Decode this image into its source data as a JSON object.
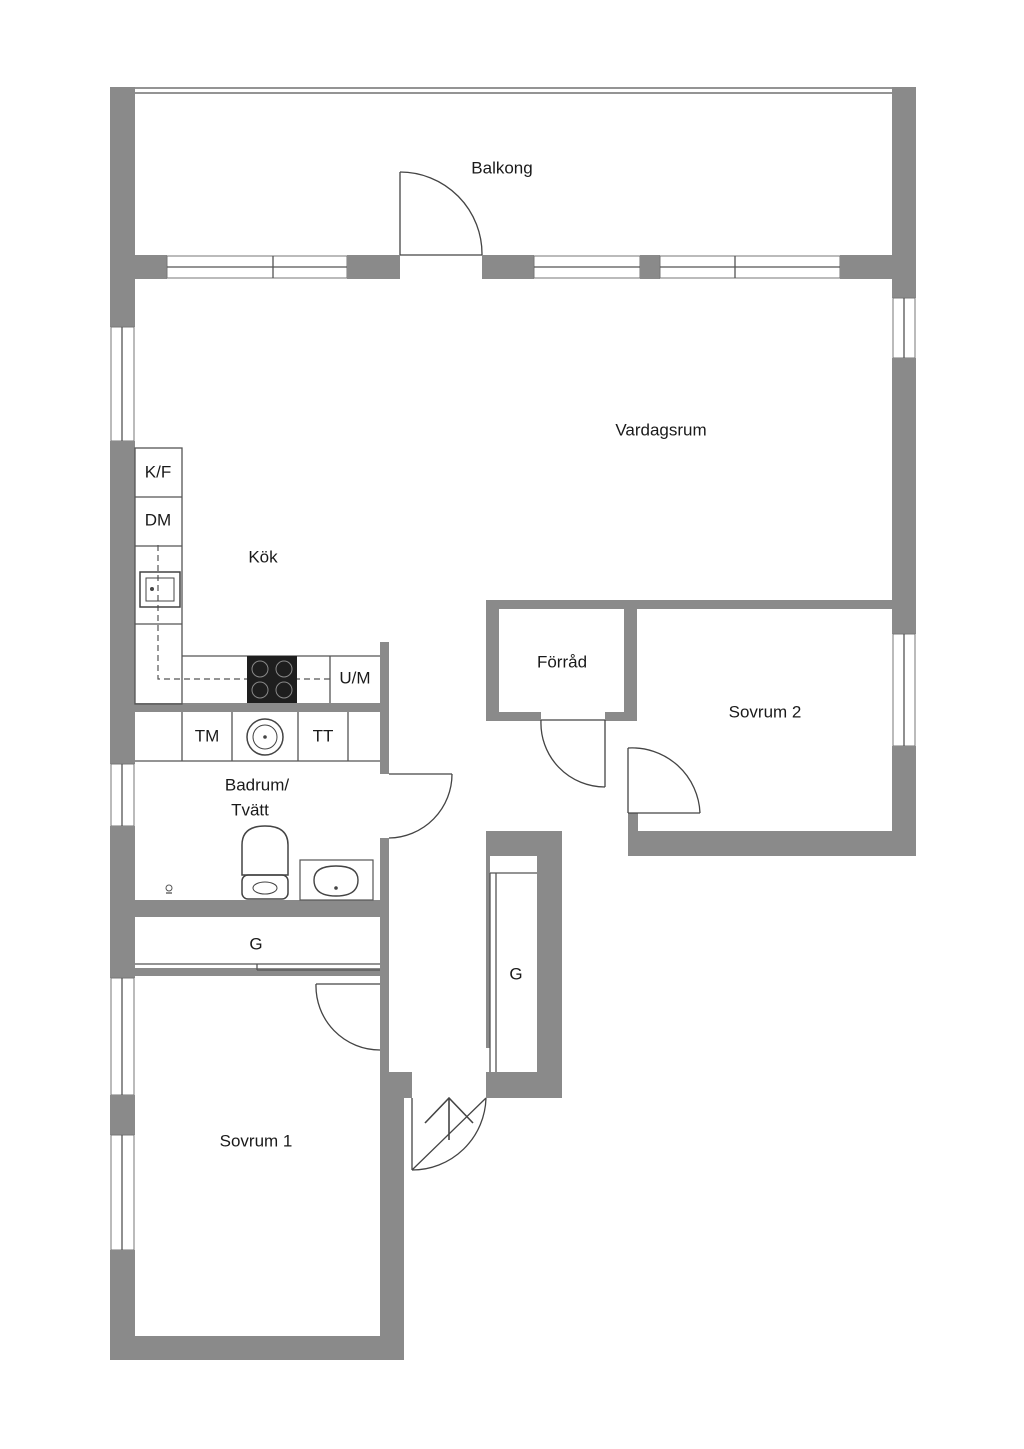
{
  "rooms": {
    "balkong": "Balkong",
    "vardagsrum": "Vardagsrum",
    "kok": "Kök",
    "forrad": "Förråd",
    "sovrum2": "Sovrum 2",
    "badrum_line1": "Badrum/",
    "badrum_line2": "Tvätt",
    "sovrum1": "Sovrum 1",
    "garderob_left": "G",
    "garderob_right": "G"
  },
  "fixtures": {
    "kf": "K/F",
    "dm": "DM",
    "um": "U/M",
    "tm": "TM",
    "tt": "TT"
  },
  "icons": [
    "entrance-arrow-icon",
    "sink-icon",
    "stove-icon",
    "toilet-icon",
    "washbasin-icon"
  ],
  "colors": {
    "wall": "#8a8a8a",
    "line": "#555555",
    "background": "#ffffff"
  }
}
